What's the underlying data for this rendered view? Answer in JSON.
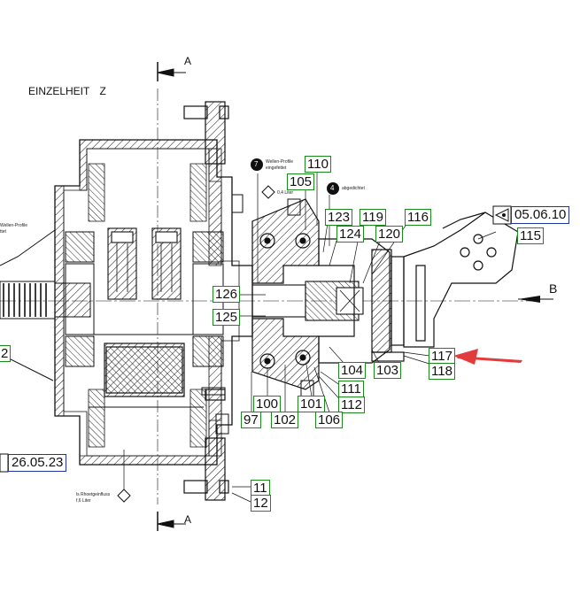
{
  "drawing": {
    "detail_title": "EINZELHEIT",
    "detail_letter": "Z",
    "section_top": "A",
    "section_bottom": "A",
    "view_right": "B"
  },
  "notes": {
    "note7_marker": "7",
    "note7_text_line1": "Wellen-Profile",
    "note7_text_line2": "eingefettet",
    "note4_marker": "4",
    "note4_text": "abgedichtet",
    "diamond_text": "0,4 Liter",
    "left_text_line1": "Wellen-Profile",
    "left_text_line2": "ttet",
    "bottom_text_line1": "ls Rhoetgeinfluss",
    "bottom_text_line2": "f,6 Liter"
  },
  "revisions": {
    "right_date": "05.06.10",
    "left_date": "26.05.23"
  },
  "positions": {
    "p110": "110",
    "p105": "105",
    "p123": "123",
    "p119": "119",
    "p116": "116",
    "p124": "124",
    "p120": "120",
    "p115": "115",
    "p126": "126",
    "p125": "125",
    "p104": "104",
    "p103": "103",
    "p117": "117",
    "p118": "118",
    "p111": "111",
    "p112": "112",
    "p97": "97",
    "p100": "100",
    "p102": "102",
    "p101": "101",
    "p106": "106",
    "p11": "11",
    "p12": "12",
    "p2": "2"
  },
  "colors": {
    "position_border": "#1a8a1a",
    "date_border": "#2233aa",
    "arrow": "#e23b3b",
    "line": "#111111"
  }
}
